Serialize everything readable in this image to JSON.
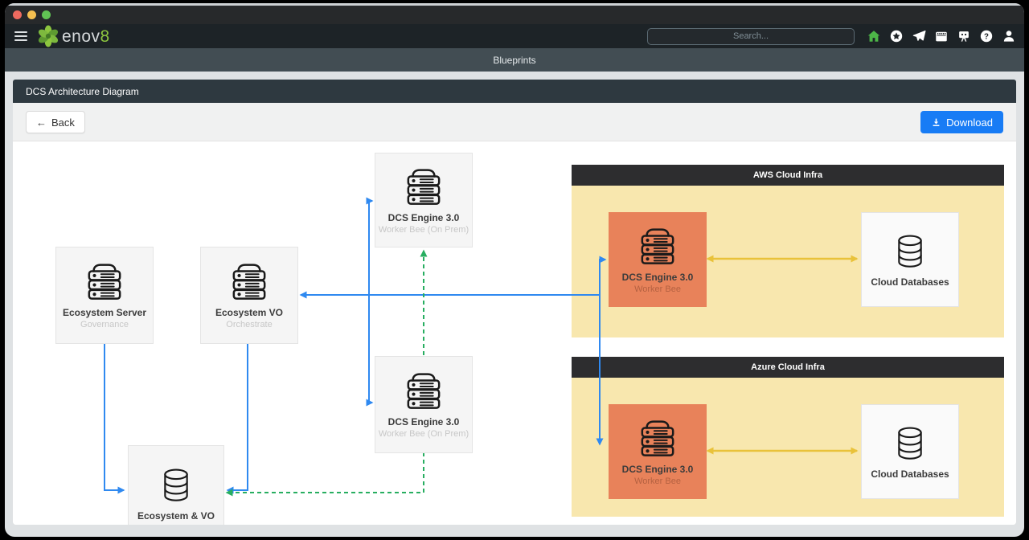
{
  "window": {
    "titlebar": {
      "traffic_lights": [
        "#ee6a5f",
        "#f4bf50",
        "#61c454"
      ]
    },
    "navbar": {
      "logo": {
        "text": "enov",
        "suffix": "8",
        "green": "#8dc63f"
      },
      "search": {
        "placeholder": "Search..."
      },
      "icons": [
        "home-icon",
        "star-circle-icon",
        "send-icon",
        "calendar-icon",
        "kiosk-icon",
        "help-icon",
        "user-icon"
      ],
      "home_icon_color": "#4db648"
    },
    "breadcrumb_bar": {
      "title": "Blueprints"
    }
  },
  "panel": {
    "title": "DCS Architecture Diagram",
    "toolbar": {
      "back_arrow": "←",
      "back_label": "Back",
      "download_label": "Download"
    }
  },
  "diagram": {
    "containers": [
      {
        "title": "AWS Cloud Infra"
      },
      {
        "title": "Azure Cloud Infra"
      }
    ],
    "nodes": [
      {
        "id": "dcs-engine-onprem-top",
        "title": "DCS Engine 3.0",
        "subtitle": "Worker Bee (On Prem)",
        "icon": "server-icon"
      },
      {
        "id": "ecosystem-server",
        "title": "Ecosystem Server",
        "subtitle": "Governance",
        "icon": "server-icon"
      },
      {
        "id": "ecosystem-vo",
        "title": "Ecosystem VO",
        "subtitle": "Orchestrate",
        "icon": "server-icon"
      },
      {
        "id": "dcs-engine-onprem-mid",
        "title": "DCS Engine 3.0",
        "subtitle": "Worker Bee (On Prem)",
        "icon": "server-icon"
      },
      {
        "id": "ecosystem-and-vo",
        "title": "Ecosystem & VO",
        "icon": "database-icon"
      },
      {
        "id": "aws-dcs-engine",
        "title": "DCS Engine 3.0",
        "subtitle": "Worker Bee",
        "icon": "server-icon",
        "variant": "orange"
      },
      {
        "id": "aws-cloud-databases",
        "title": "Cloud Databases",
        "icon": "database-icon"
      },
      {
        "id": "azure-dcs-engine",
        "title": "DCS Engine 3.0",
        "subtitle": "Worker Bee",
        "icon": "server-icon",
        "variant": "orange"
      },
      {
        "id": "azure-cloud-databases",
        "title": "Cloud Databases",
        "icon": "database-icon"
      }
    ],
    "edges": [
      {
        "color": "blue",
        "style": "solid",
        "arrow_into": "ecosystem-vo"
      },
      {
        "color": "blue",
        "style": "solid",
        "arrow_into": "dcs-engine-onprem-top"
      },
      {
        "color": "blue",
        "style": "solid",
        "arrow_into": "dcs-engine-onprem-mid"
      },
      {
        "color": "blue",
        "style": "solid",
        "arrow_into": "aws-dcs-engine"
      },
      {
        "color": "blue",
        "style": "solid",
        "arrow_into": "azure-dcs-engine"
      },
      {
        "color": "blue",
        "style": "solid",
        "arrow_into": "ecosystem-and-vo",
        "enters_side": "left",
        "from": "ecosystem-server"
      },
      {
        "color": "blue",
        "style": "solid",
        "arrow_into": "ecosystem-and-vo",
        "enters_side": "right",
        "from": "ecosystem-vo"
      },
      {
        "color": "green",
        "style": "dashed",
        "arrow_into": "dcs-engine-onprem-top",
        "from": "dcs-engine-onprem-mid"
      },
      {
        "color": "green",
        "style": "dashed",
        "arrow_into": "ecosystem-and-vo",
        "from": "dcs-engine-onprem-mid"
      },
      {
        "color": "yellow",
        "style": "solid",
        "bidirectional": true,
        "between": [
          "aws-dcs-engine",
          "aws-cloud-databases"
        ]
      },
      {
        "color": "yellow",
        "style": "solid",
        "bidirectional": true,
        "between": [
          "azure-dcs-engine",
          "azure-cloud-databases"
        ]
      }
    ],
    "colors": {
      "edge_blue": "#2f89f0",
      "edge_green": "#27ae60",
      "edge_yellow": "#e9c23a",
      "node_light_bg": "#f5f5f5",
      "node_orange_bg": "#e8825a",
      "container_body": "#f8e7ae",
      "container_header": "#2d2d2f",
      "download_button": "#187cf5"
    }
  }
}
